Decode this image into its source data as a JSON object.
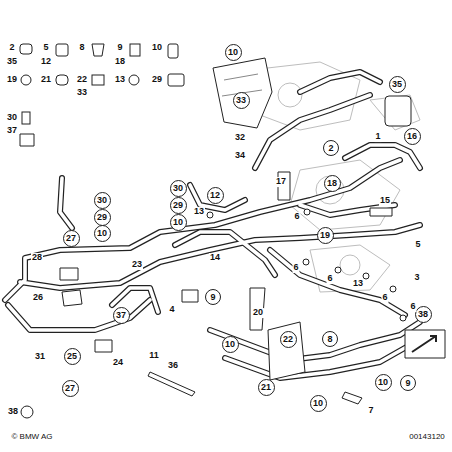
{
  "diagram": {
    "nodes": [
      {
        "text": [
          "10"
        ]
      },
      {
        "text": [
          "35"
        ]
      },
      {
        "text": [
          "33"
        ]
      },
      {
        "text": [
          "16"
        ]
      },
      {
        "text": [
          "2"
        ]
      },
      {
        "text": [
          "18"
        ]
      },
      {
        "text": [
          "30"
        ]
      },
      {
        "text": [
          "12"
        ]
      },
      {
        "text": [
          "30"
        ]
      },
      {
        "text": [
          "29"
        ]
      },
      {
        "text": [
          "29"
        ]
      },
      {
        "text": [
          "10"
        ]
      },
      {
        "text": [
          "10"
        ]
      },
      {
        "text": [
          "19"
        ]
      },
      {
        "text": [
          "27"
        ]
      },
      {
        "text": [
          "9"
        ]
      },
      {
        "text": [
          "38"
        ]
      },
      {
        "text": [
          "37"
        ]
      },
      {
        "text": [
          "22"
        ]
      },
      {
        "text": [
          "8"
        ]
      },
      {
        "text": [
          "10"
        ]
      },
      {
        "text": [
          "25"
        ]
      },
      {
        "text": [
          "10"
        ]
      },
      {
        "text": [
          "9"
        ]
      },
      {
        "text": [
          "21"
        ]
      },
      {
        "text": [
          "27"
        ]
      },
      {
        "text": [
          "10"
        ]
      }
    ],
    "labels": [
      "2",
      "5",
      "8",
      "9",
      "10",
      "35",
      "12",
      "18",
      "19",
      "21",
      "22",
      "13",
      "29",
      "33",
      "30",
      "37",
      "1",
      "32",
      "34",
      "17",
      "13",
      "6",
      "15",
      "5",
      "28",
      "23",
      "14",
      "6",
      "6",
      "13",
      "3",
      "26",
      "4",
      "20",
      "6",
      "6",
      "24",
      "11",
      "31",
      "36",
      "7",
      "38",
      "© BMW AG",
      "00143120"
    ]
  }
}
